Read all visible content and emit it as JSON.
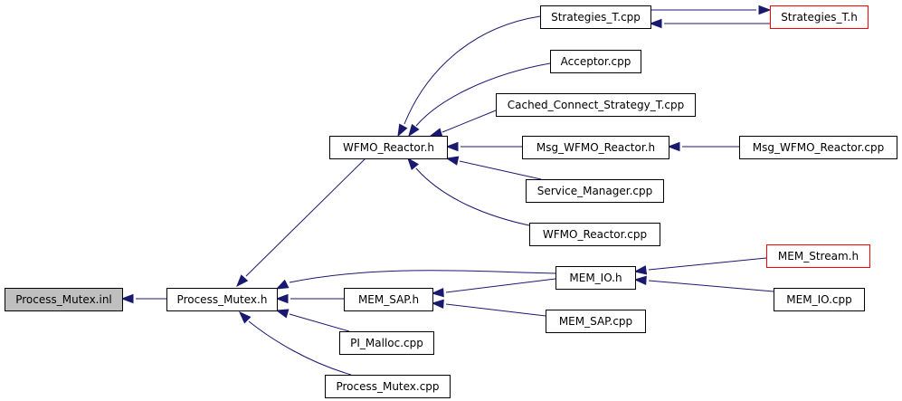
{
  "diagram": {
    "edge_color": "#191970",
    "truncated_border_color": "#ff0000",
    "current_fill": "#bfbfbf",
    "nodes": [
      {
        "id": "process_mutex_inl",
        "label": "Process_Mutex.inl",
        "current": true
      },
      {
        "id": "process_mutex_h",
        "label": "Process_Mutex.h"
      },
      {
        "id": "wfmo_reactor_h",
        "label": "WFMO_Reactor.h"
      },
      {
        "id": "mem_sap_h",
        "label": "MEM_SAP.h"
      },
      {
        "id": "pi_malloc_cpp",
        "label": "PI_Malloc.cpp"
      },
      {
        "id": "process_mutex_cpp",
        "label": "Process_Mutex.cpp"
      },
      {
        "id": "strategies_t_cpp",
        "label": "Strategies_T.cpp"
      },
      {
        "id": "strategies_t_h",
        "label": "Strategies_T.h",
        "truncated": true
      },
      {
        "id": "acceptor_cpp",
        "label": "Acceptor.cpp"
      },
      {
        "id": "cached_connect_strategy_t_cpp",
        "label": "Cached_Connect_Strategy_T.cpp"
      },
      {
        "id": "msg_wfmo_reactor_h",
        "label": "Msg_WFMO_Reactor.h"
      },
      {
        "id": "msg_wfmo_reactor_cpp",
        "label": "Msg_WFMO_Reactor.cpp"
      },
      {
        "id": "service_manager_cpp",
        "label": "Service_Manager.cpp"
      },
      {
        "id": "wfmo_reactor_cpp",
        "label": "WFMO_Reactor.cpp"
      },
      {
        "id": "mem_io_h",
        "label": "MEM_IO.h"
      },
      {
        "id": "mem_stream_h",
        "label": "MEM_Stream.h",
        "truncated": true
      },
      {
        "id": "mem_io_cpp",
        "label": "MEM_IO.cpp"
      },
      {
        "id": "mem_sap_cpp",
        "label": "MEM_SAP.cpp"
      }
    ],
    "edges": [
      {
        "from": "process_mutex_h",
        "to": "process_mutex_inl"
      },
      {
        "from": "wfmo_reactor_h",
        "to": "process_mutex_h"
      },
      {
        "from": "mem_io_h",
        "to": "process_mutex_h"
      },
      {
        "from": "mem_sap_h",
        "to": "process_mutex_h"
      },
      {
        "from": "pi_malloc_cpp",
        "to": "process_mutex_h"
      },
      {
        "from": "process_mutex_cpp",
        "to": "process_mutex_h"
      },
      {
        "from": "strategies_t_cpp",
        "to": "wfmo_reactor_h"
      },
      {
        "from": "acceptor_cpp",
        "to": "wfmo_reactor_h"
      },
      {
        "from": "cached_connect_strategy_t_cpp",
        "to": "wfmo_reactor_h"
      },
      {
        "from": "msg_wfmo_reactor_h",
        "to": "wfmo_reactor_h"
      },
      {
        "from": "service_manager_cpp",
        "to": "wfmo_reactor_h"
      },
      {
        "from": "wfmo_reactor_cpp",
        "to": "wfmo_reactor_h"
      },
      {
        "from": "strategies_t_h",
        "to": "strategies_t_cpp"
      },
      {
        "from": "strategies_t_cpp",
        "to": "strategies_t_h"
      },
      {
        "from": "msg_wfmo_reactor_cpp",
        "to": "msg_wfmo_reactor_h"
      },
      {
        "from": "mem_io_h",
        "to": "mem_sap_h"
      },
      {
        "from": "mem_sap_cpp",
        "to": "mem_sap_h"
      },
      {
        "from": "mem_stream_h",
        "to": "mem_io_h"
      },
      {
        "from": "mem_io_cpp",
        "to": "mem_io_h"
      }
    ]
  }
}
